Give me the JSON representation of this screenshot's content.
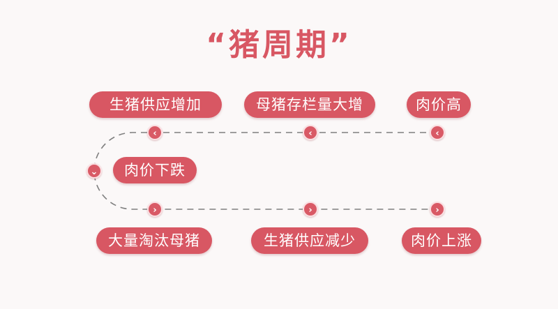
{
  "title": "“猪周期”",
  "colors": {
    "accent": "#d85763",
    "node": "#d95a66",
    "dash": "#7f7f7f"
  },
  "top_row": [
    "生猪供应增加",
    "母猪存栏量大增",
    "肉价高"
  ],
  "middle": "肉价下跌",
  "bottom_row": [
    "大量淘汰母猪",
    "生猪供应减少",
    "肉价上涨"
  ],
  "icons": {
    "top": "chevron-left-icon",
    "left": "chevron-down-icon",
    "bottom": "chevron-right-icon"
  }
}
